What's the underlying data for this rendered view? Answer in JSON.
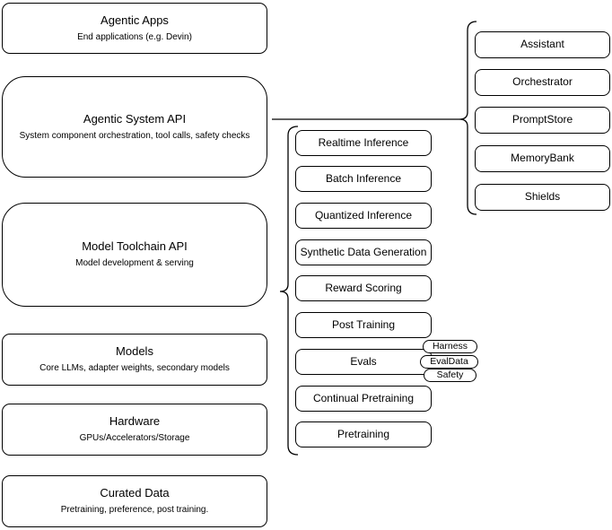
{
  "colors": {
    "stroke": "#000000",
    "fill": "#ffffff",
    "text": "#000000",
    "background": "#ffffff"
  },
  "left_stack": [
    {
      "title": "Agentic Apps",
      "subtitle": "End applications (e.g. Devin)"
    },
    {
      "title": "Agentic System API",
      "subtitle": "System component orchestration, tool calls, safety checks"
    },
    {
      "title": "Model Toolchain API",
      "subtitle": "Model development & serving"
    },
    {
      "title": "Models",
      "subtitle": "Core LLMs, adapter weights, secondary models"
    },
    {
      "title": "Hardware",
      "subtitle": "GPUs/Accelerators/Storage"
    },
    {
      "title": "Curated Data",
      "subtitle": "Pretraining, preference, post training."
    }
  ],
  "toolchain_group": {
    "items": [
      {
        "label": "Realtime Inference"
      },
      {
        "label": "Batch Inference"
      },
      {
        "label": "Quantized Inference"
      },
      {
        "label": "Synthetic Data Generation"
      },
      {
        "label": "Reward Scoring"
      },
      {
        "label": "Post Training"
      },
      {
        "label": "Evals"
      },
      {
        "label": "Continual Pretraining"
      },
      {
        "label": "Pretraining"
      }
    ],
    "evals_tags": [
      {
        "label": "Harness"
      },
      {
        "label": "EvalData"
      },
      {
        "label": "Safety"
      }
    ]
  },
  "system_group": {
    "items": [
      {
        "label": "Assistant"
      },
      {
        "label": "Orchestrator"
      },
      {
        "label": "PromptStore"
      },
      {
        "label": "MemoryBank"
      },
      {
        "label": "Shields"
      }
    ]
  }
}
